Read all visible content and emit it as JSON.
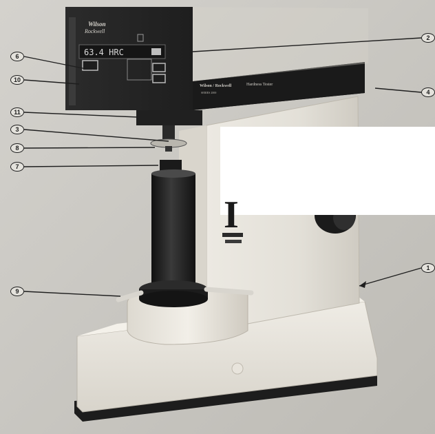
{
  "photo": {
    "brand_line1": "Wilson",
    "brand_line2": "Rockwell",
    "display_reading": "63.4 HRC",
    "nameplate_brand": "Wilson / Rockwell",
    "nameplate_product": "Hardness Tester",
    "nameplate_series": "SERIES 2000",
    "big_label": "I"
  },
  "callouts": [
    "1",
    "2",
    "3",
    "4",
    "6",
    "7",
    "8",
    "9",
    "10",
    "11"
  ]
}
